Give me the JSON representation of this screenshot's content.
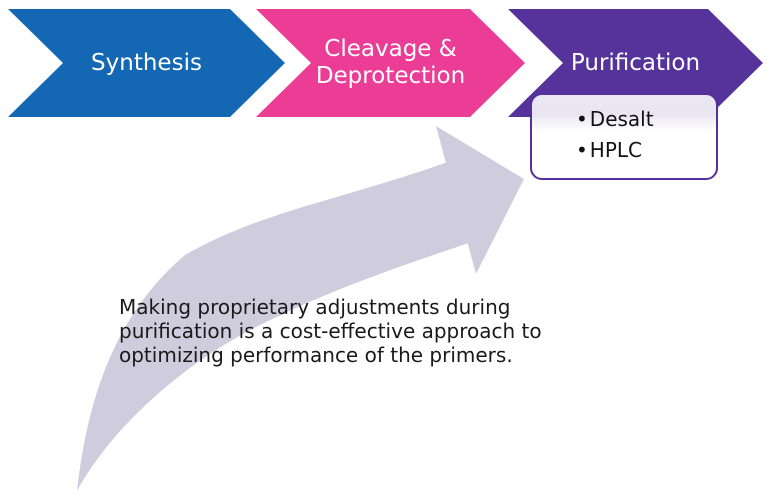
{
  "colors": {
    "synthesis_blue": "#1468B3",
    "cleavage_pink": "#EB3C96",
    "purification_purple": "#55339A",
    "arrow_lavender": "#CFCCDE",
    "callout_border_purple": "#54309B",
    "callout_top_tint": "#E9E6F2",
    "step_label_white": "#FFFFFF",
    "body_text": "#1A1A1A"
  },
  "process_steps": [
    {
      "label": "Synthesis"
    },
    {
      "label_line1": "Cleavage &",
      "label_line2": "Deprotection"
    },
    {
      "label": "Purification"
    }
  ],
  "purification_box": {
    "bullet": "•",
    "items": [
      "Desalt",
      "HPLC"
    ]
  },
  "caption": {
    "lines": [
      "Making proprietary adjustments during",
      "purification is a cost-effective approach to",
      "optimizing performance of the primers."
    ]
  }
}
